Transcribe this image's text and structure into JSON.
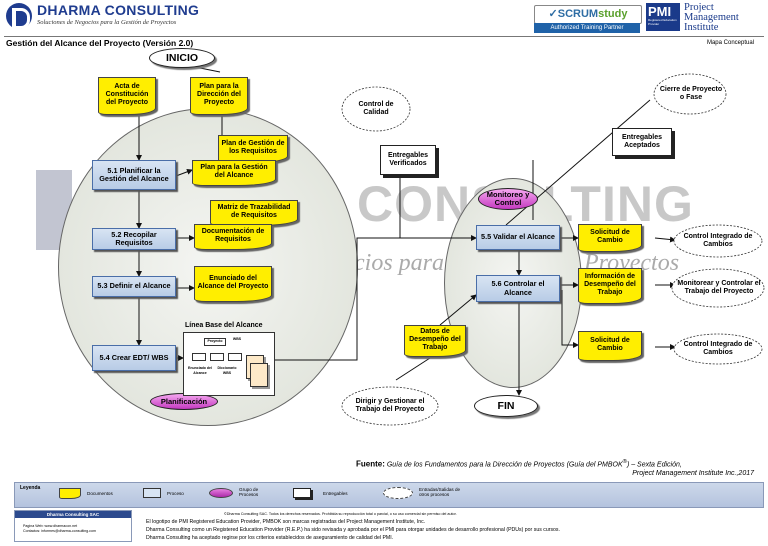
{
  "header": {
    "company": "DHARMA CONSULTING",
    "tagline": "Soluciones de Negocios para la Gestión de Proyectos",
    "scrum_name_a": "SCRUM",
    "scrum_name_b": "study",
    "scrum_caption": "Authorized Training Partner",
    "pmi_short": "PMI",
    "pmi_small": "Registered Education Provider",
    "pmi_line1": "Project",
    "pmi_line2": "Management",
    "pmi_line3": "Institute"
  },
  "title": "Gestión del Alcance del Proyecto (Versión 2.0)",
  "subtitle": "Mapa Conceptual",
  "watermark": {
    "text": "ARMA CONSULTING",
    "sub": "ocios para la Gestión de Proyectos"
  },
  "terminals": {
    "start": "INICIO",
    "end": "FIN"
  },
  "groups": {
    "planning": "Planificación",
    "monitoring": "Monitoreo y Control"
  },
  "processes": {
    "p51": "5.1 Planificar la Gestión del Alcance",
    "p52": "5.2 Recopilar Requisitos",
    "p53": "5.3 Definir el Alcance",
    "p54": "5.4 Crear EDT/ WBS",
    "p55": "5.5 Validar el Alcance",
    "p56": "5.6 Controlar el Alcance"
  },
  "documents": {
    "acta": "Acta de Constitución del Proyecto",
    "plan_dir": "Plan para la Dirección del Proyecto",
    "plan_req": "Plan de Gestión de los Requisitos",
    "plan_alc": "Plan para la Gestión del Alcance",
    "matriz": "Matriz de Trazabilidad de Requisitos",
    "doc_req": "Documentación de Requisitos",
    "enunciado": "Enunciado del Alcance del Proyecto",
    "datos": "Datos de Desempeño del Trabajo",
    "solicitud1": "Solicitud de Cambio",
    "info": "Información de Desempeño del Trabajo",
    "solicitud2": "Solicitud de Cambio"
  },
  "deliverables": {
    "verificados": "Entregables Verificados",
    "aceptados": "Entregables Aceptados"
  },
  "externals": {
    "control_calidad": "Control de Calidad",
    "cierre": "Cierre de Proyecto o Fase",
    "control_cambios1": "Control Integrado de Cambios",
    "monitorear": "Monitorear y Controlar el Trabajo del Proyecto",
    "control_cambios2": "Control Integrado de Cambios",
    "dirigir": "Dirigir y Gestionar el Trabajo del Proyecto"
  },
  "baseline": {
    "label": "Línea Base del Alcance",
    "proyecto": "Proyecto",
    "wbs": "WBS",
    "enunciado": "Enunciado del Alcance",
    "diccionario": "Diccionario WBS"
  },
  "source": {
    "label": "Fuente:",
    "text": "Guía de los Fundamentos para la Dirección de Proyectos (Guía del PMBOK",
    "sup": "®",
    "edition": ") – Sexta Edición,",
    "publisher": "Project Management Institute Inc.,2017"
  },
  "legend": {
    "title": "Leyenda",
    "documents": "Documentos",
    "process": "Proceso",
    "group_line1": "Grupo de",
    "group_line2": "Procesos",
    "deliverables": "Entregables",
    "io_line1": "Entradas/Salidas de",
    "io_line2": "otros procesos"
  },
  "footer": {
    "logo_bar": "Dharma Consulting SAC",
    "web": "Pagina Web: www.dharmacon.net",
    "contact": "Contactos: informes@dharma-consulting.com",
    "rights": "©Dharma Consulting SAC. Todos los derechos reservados. Prohibida su reproducción total o parcial, o su uso comercial sin permiso del autor.",
    "line1": "El logotipo de PMI Registered Education Provider, PMBOK son marcas registradas del Project Management Institute, Inc.",
    "line2": "Dharma Consulting como un Registered Education Provider (R.E.P.) ha sido revisada y aprobada por el PMI para otorgar unidades de desarrollo profesional (PDUs) por sus cursos.",
    "line3": "Dharma Consulting ha aceptado regirse por los criterios establecidos de aseguramiento de calidad del PMI."
  },
  "colors": {
    "document": "#ffee00",
    "process": "#c6d6ec",
    "group": "#cc44cc",
    "brand": "#1f3c8f"
  }
}
